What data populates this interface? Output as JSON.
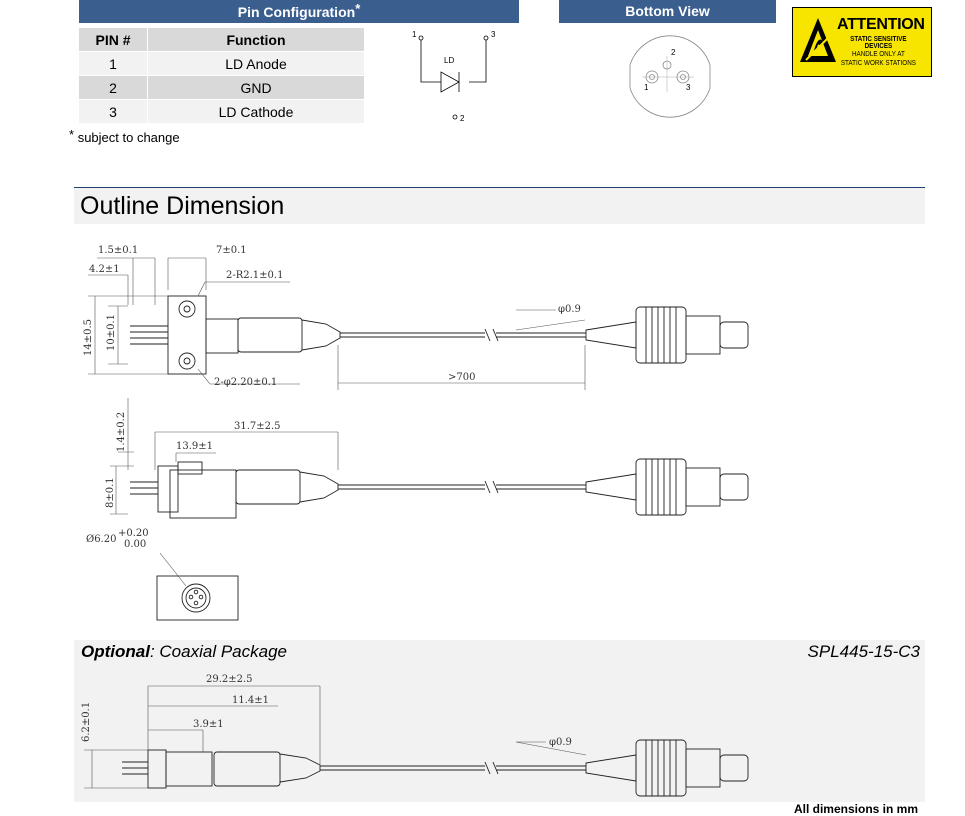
{
  "pin_config": {
    "title": "Pin Configuration",
    "title_mark": "*",
    "headers": [
      "PIN #",
      "Function"
    ],
    "rows": [
      {
        "pin": "1",
        "function": "LD Anode"
      },
      {
        "pin": "2",
        "function": "GND"
      },
      {
        "pin": "3",
        "function": "LD Cathode"
      }
    ],
    "note_mark": "*",
    "note": "subject to change"
  },
  "schematic": {
    "pin1": "1",
    "pin2": "2",
    "pin3": "3",
    "ld": "LD"
  },
  "bottom_view": {
    "title": "Bottom View",
    "pin1": "1",
    "pin2": "2",
    "pin3": "3"
  },
  "attention": {
    "title": "ATTENTION",
    "line1": "STATIC SENSITIVE DEVICES",
    "line2": "HANDLE ONLY AT",
    "line3": "STATIC WORK STATIONS"
  },
  "outline": {
    "title": "Outline Dimension",
    "top_view": {
      "d1": "1.5±0.1",
      "d2": "4.2±1",
      "d3": "7±0.1",
      "d4": "2-R2.1±0.1",
      "d5": "14±0.5",
      "d6": "10±0.1",
      "d7": "2-φ2.20±0.1",
      "d8": ">700",
      "d9": "φ0.9"
    },
    "side_view": {
      "d1": "1.4±0.2",
      "d2": "31.7±2.5",
      "d3": "13.9±1",
      "d4": "8±0.1"
    },
    "front_view": {
      "d1": "Ø6.20",
      "tol_plus": "+0.20",
      "tol_minus": "0.00"
    }
  },
  "optional": {
    "label_bold": "Optional",
    "label_rest": ": Coaxial Package",
    "part_number": "SPL445-15-C3",
    "d1": "29.2±2.5",
    "d2": "11.4±1",
    "d3": "3.9±1",
    "d4": "6.2±0.1",
    "d5": "φ0.9"
  },
  "footer": "All dimensions in mm",
  "colors": {
    "header_blue": "#3a5f8f",
    "attention_yellow": "#f7e500",
    "table_gray": "#d9d9d9"
  }
}
